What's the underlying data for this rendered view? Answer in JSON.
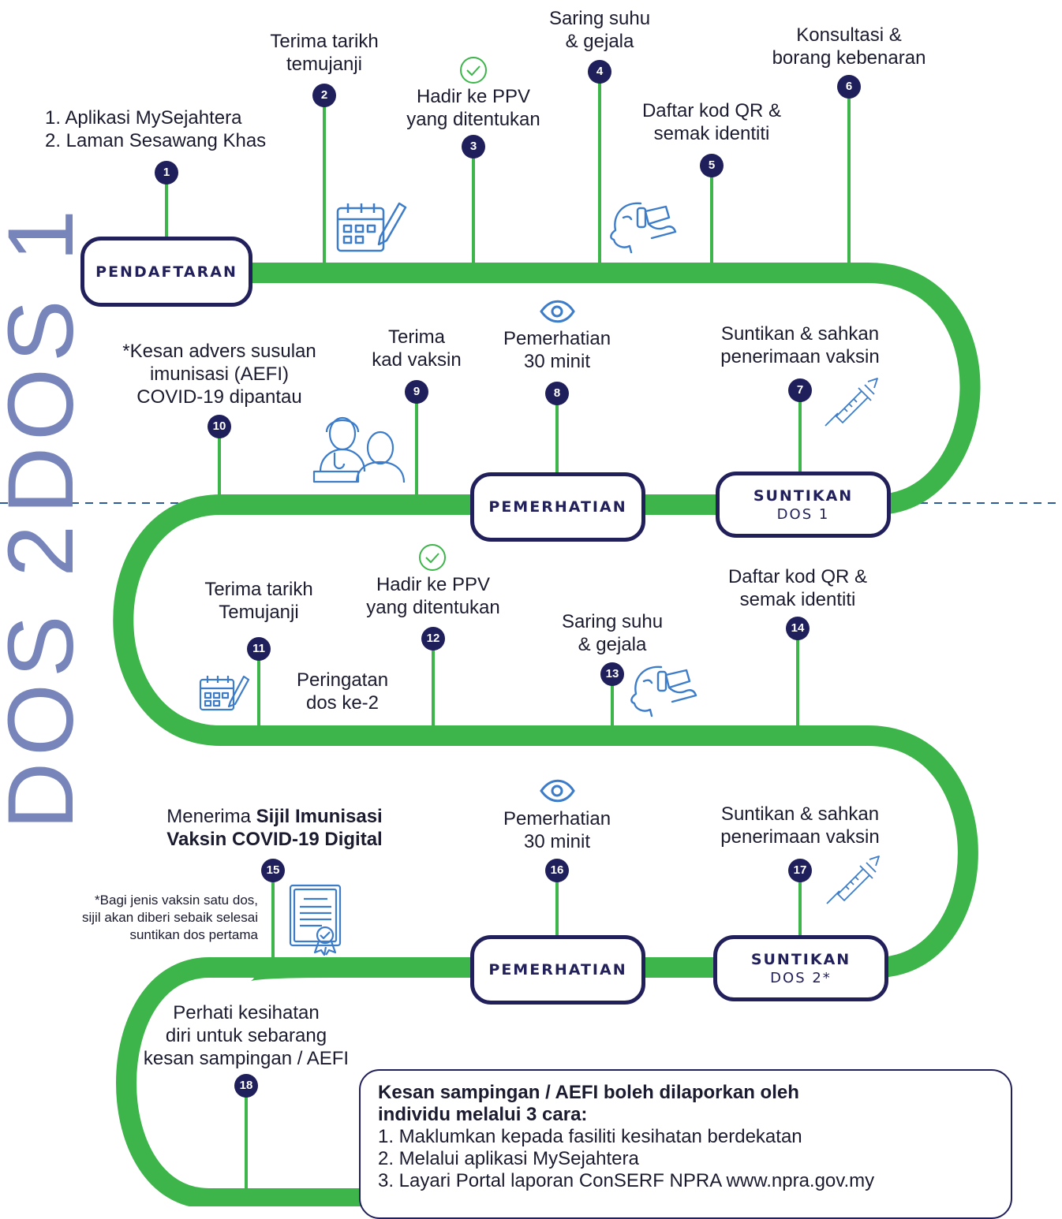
{
  "side_labels": {
    "dose1": "DOS 1",
    "dose2": "DOS 2"
  },
  "stages": {
    "registration": "PENDAFTARAN",
    "observation1": "PEMERHATIAN",
    "injection1_title": "SUNTIKAN",
    "injection1_sub": "DOS 1",
    "observation2": "PEMERHATIAN",
    "injection2_title": "SUNTIKAN",
    "injection2_sub": "DOS 2*"
  },
  "steps": [
    {
      "number": "1",
      "lines": [
        "1.  Aplikasi MySejahtera",
        "2. Laman Sesawang Khas"
      ]
    },
    {
      "number": "2",
      "lines": [
        "Terima tarikh",
        "temujanji"
      ]
    },
    {
      "number": "3",
      "lines": [
        "Hadir ke PPV",
        "yang ditentukan"
      ]
    },
    {
      "number": "4",
      "lines": [
        "Saring suhu",
        "& gejala"
      ]
    },
    {
      "number": "5",
      "lines": [
        "Daftar kod QR &",
        "semak identiti"
      ]
    },
    {
      "number": "6",
      "lines": [
        "Konsultasi &",
        "borang kebenaran"
      ]
    },
    {
      "number": "7",
      "lines": [
        "Suntikan & sahkan",
        "penerimaan vaksin"
      ]
    },
    {
      "number": "8",
      "lines": [
        "Pemerhatian",
        "30 minit"
      ]
    },
    {
      "number": "9",
      "lines": [
        "Terima",
        "kad vaksin"
      ]
    },
    {
      "number": "10",
      "lines": [
        "*Kesan advers susulan",
        "imunisasi (AEFI)",
        "COVID-19 dipantau"
      ]
    },
    {
      "number": "11",
      "lines": [
        "Terima tarikh",
        "Temujanji"
      ]
    },
    {
      "number": "12",
      "lines": [
        "Hadir ke PPV",
        "yang ditentukan"
      ]
    },
    {
      "number": "13",
      "lines": [
        "Saring suhu",
        "& gejala"
      ]
    },
    {
      "number": "14",
      "lines": [
        "Daftar kod QR &",
        "semak identiti"
      ]
    },
    {
      "number": "15",
      "lines": [
        "Menerima",
        "Sijil Imunisasi",
        "Vaksin COVID-19 Digital"
      ]
    },
    {
      "number": "16",
      "lines": [
        "Pemerhatian",
        "30 minit"
      ]
    },
    {
      "number": "17",
      "lines": [
        "Suntikan & sahkan",
        "penerimaan vaksin"
      ]
    },
    {
      "number": "18",
      "lines": [
        "Perhati kesihatan",
        "diri untuk sebarang",
        "kesan sampingan / AEFI"
      ]
    }
  ],
  "reminder": [
    "Peringatan",
    "dos ke-2"
  ],
  "certificate_note": [
    "*Bagi jenis vaksin satu dos,",
    "sijil akan diberi sebaik selesai",
    "suntikan dos pertama"
  ],
  "aefi_box": {
    "heading": [
      "Kesan sampingan / AEFI boleh dilaporkan oleh",
      "individu melalui 3 cara:"
    ],
    "items": [
      "1.  Maklumkan kepada fasiliti kesihatan berdekatan",
      "2. Melalui aplikasi MySejahtera",
      "3. Layari Portal laporan ConSERF NPRA www.npra.gov.my"
    ]
  },
  "colors": {
    "path": "#3db54a",
    "navy": "#22205a",
    "side_text": "#7785bb",
    "divider": "#2a5d9a",
    "icon": "#3d7cc9",
    "check": "#3db54a"
  },
  "icons": [
    "calendar-edit-icon",
    "check-circle-icon",
    "temperature-check-icon",
    "eye-icon",
    "syringe-icon",
    "doctor-patient-icon",
    "certificate-icon"
  ]
}
